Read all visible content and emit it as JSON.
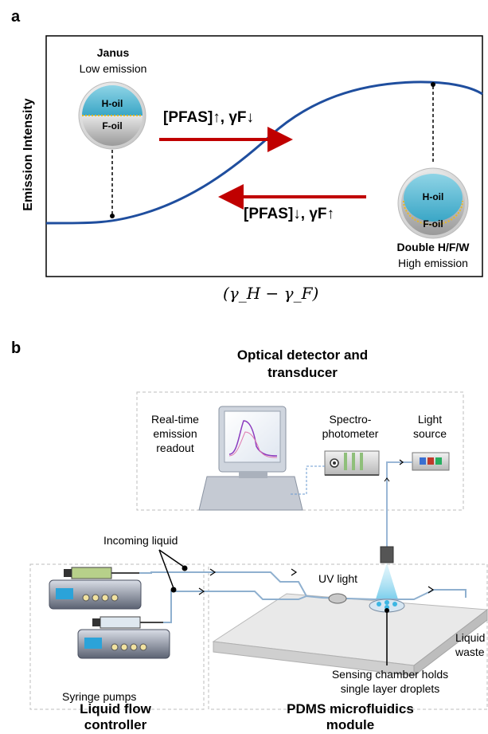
{
  "panel_a": {
    "letter": "a",
    "ylabel": "Emission Intensity",
    "xlabel": "(γ_H − γ_F)",
    "janus": {
      "title": "Janus",
      "subtitle": "Low emission",
      "top_label": "H-oil",
      "bottom_label": "F-oil"
    },
    "double": {
      "title": "Double H/F/W",
      "subtitle": "High emission",
      "top_label": "H-oil",
      "bottom_label": "F-oil"
    },
    "arrow_right_label": "[PFAS]↑, γF↓",
    "arrow_left_label": "[PFAS]↓, γF↑",
    "colors": {
      "curve": "#1f4e9e",
      "arrow": "#c00000",
      "droplet_top": "#4fb6d3",
      "droplet_bottom": "#c9c9c9",
      "interface": "#e8b923"
    }
  },
  "panel_b": {
    "letter": "b",
    "optical_title_1": "Optical detector and",
    "optical_title_2": "transducer",
    "readout_label_1": "Real-time",
    "readout_label_2": "emission",
    "readout_label_3": "readout",
    "spectro_label_1": "Spectro-",
    "spectro_label_2": "photometer",
    "light_label_1": "Light",
    "light_label_2": "source",
    "incoming_label": "Incoming liquid",
    "uv_label": "UV light",
    "waste_label_1": "Liquid",
    "waste_label_2": "waste",
    "sensing_label_1": "Sensing chamber holds",
    "sensing_label_2": "single layer droplets",
    "syringe_label": "Syringe pumps",
    "flow_title_1": "Liquid flow",
    "flow_title_2": "controller",
    "pdms_title_1": "PDMS microfluidics",
    "pdms_title_2": "module"
  }
}
